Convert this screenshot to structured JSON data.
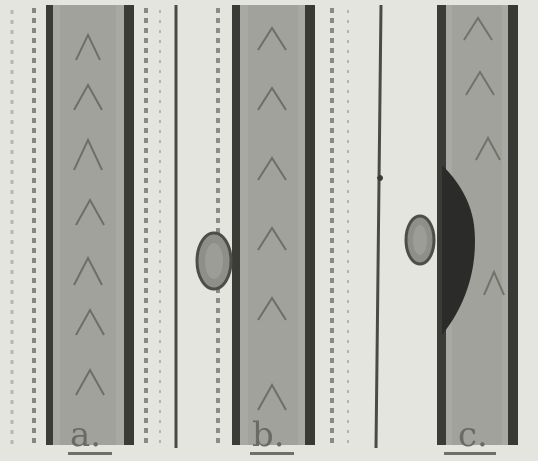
{
  "figure": {
    "panels": [
      {
        "id": "a",
        "label": "a."
      },
      {
        "id": "b",
        "label": "b."
      },
      {
        "id": "c",
        "label": "c."
      }
    ],
    "colors": {
      "paper": "#e9e9e4",
      "fiber_band": "#a7a7a1",
      "dark_wall": "#3a3a37",
      "dotted_line": "#777772",
      "oval_nucleus": "#8f8f89",
      "dark_swelling": "#2b2b29",
      "label": "#6a6a66"
    }
  }
}
